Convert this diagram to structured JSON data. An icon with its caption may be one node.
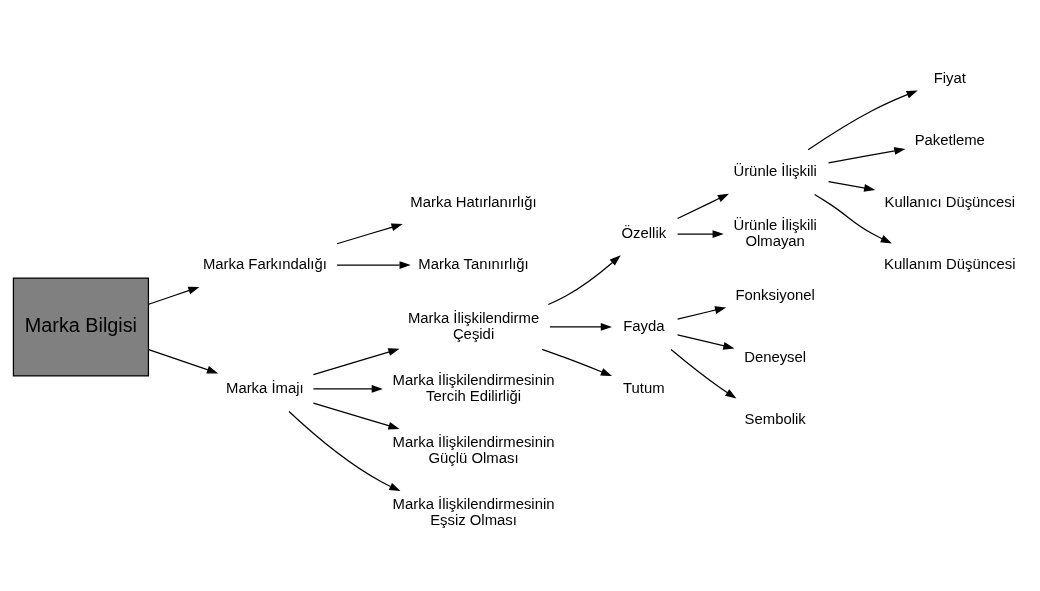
{
  "diagram": {
    "nodes": [
      {
        "text": [
          "Marka Bilgisi"
        ]
      },
      {
        "text": [
          "Marka Hatırlanırlığı"
        ]
      },
      {
        "text": [
          "Marka Tanınırlığı"
        ]
      },
      {
        "text": [
          "Marka Farkındalığı"
        ]
      },
      {
        "text": [
          "Marka İmajı"
        ]
      },
      {
        "text": [
          "Marka İlişkilendirme Çeşidi"
        ]
      },
      {
        "text": [
          "Marka İlişkilendirmesinin Tercih Edilirliği"
        ]
      },
      {
        "text": [
          "Marka İlişkilendirmesinin Güçlü Olması"
        ]
      },
      {
        "text": [
          "Marka İlişkilendirmesinin Eşsiz Olması"
        ]
      },
      {
        "text": [
          "Özellik"
        ]
      },
      {
        "text": [
          "Ürünle İlişkili"
        ]
      },
      {
        "text": [
          "Ürünle İlişkili Olmayan"
        ]
      },
      {
        "text": [
          "Fiyat"
        ]
      },
      {
        "text": [
          "Paketleme"
        ]
      },
      {
        "text": [
          "Kullanıcı Düşüncesi"
        ]
      },
      {
        "text": [
          "Kullanım Düşüncesi"
        ]
      },
      {
        "text": [
          "Fayda"
        ]
      },
      {
        "text": [
          "Tutum"
        ]
      },
      {
        "text": [
          "Fonksiyonel"
        ]
      },
      {
        "text": [
          "Deneysel"
        ]
      },
      {
        "text": [
          "Sembolik"
        ]
      }
    ],
    "edges": [
      {
        "from": 0,
        "to": 3,
        "arrow": "to"
      },
      {
        "from": 0,
        "to": 4,
        "arrow": "to"
      },
      {
        "from": 3,
        "to": 1,
        "arrow": "to"
      },
      {
        "from": 3,
        "to": 2,
        "arrow": "to"
      },
      {
        "from": 4,
        "to": 5,
        "arrow": "to"
      },
      {
        "from": 4,
        "to": 6,
        "arrow": "to"
      },
      {
        "from": 4,
        "to": 7,
        "arrow": "to"
      },
      {
        "from": 4,
        "to": 8,
        "arrow": "to"
      },
      {
        "from": 5,
        "to": 9,
        "arrow": "to"
      },
      {
        "from": 5,
        "to": 16,
        "arrow": "to"
      },
      {
        "from": 5,
        "to": 17,
        "arrow": "to"
      },
      {
        "from": 9,
        "to": 10,
        "arrow": "to"
      },
      {
        "from": 9,
        "to": 11,
        "arrow": "to"
      },
      {
        "from": 10,
        "to": 12,
        "arrow": "to"
      },
      {
        "from": 10,
        "to": 13,
        "arrow": "to"
      },
      {
        "from": 10,
        "to": 14,
        "arrow": "to"
      },
      {
        "from": 10,
        "to": 15,
        "arrow": "to"
      },
      {
        "from": 16,
        "to": 18,
        "arrow": "to"
      },
      {
        "from": 16,
        "to": 19,
        "arrow": "to"
      },
      {
        "from": 16,
        "to": 20,
        "arrow": "to"
      }
    ]
  }
}
